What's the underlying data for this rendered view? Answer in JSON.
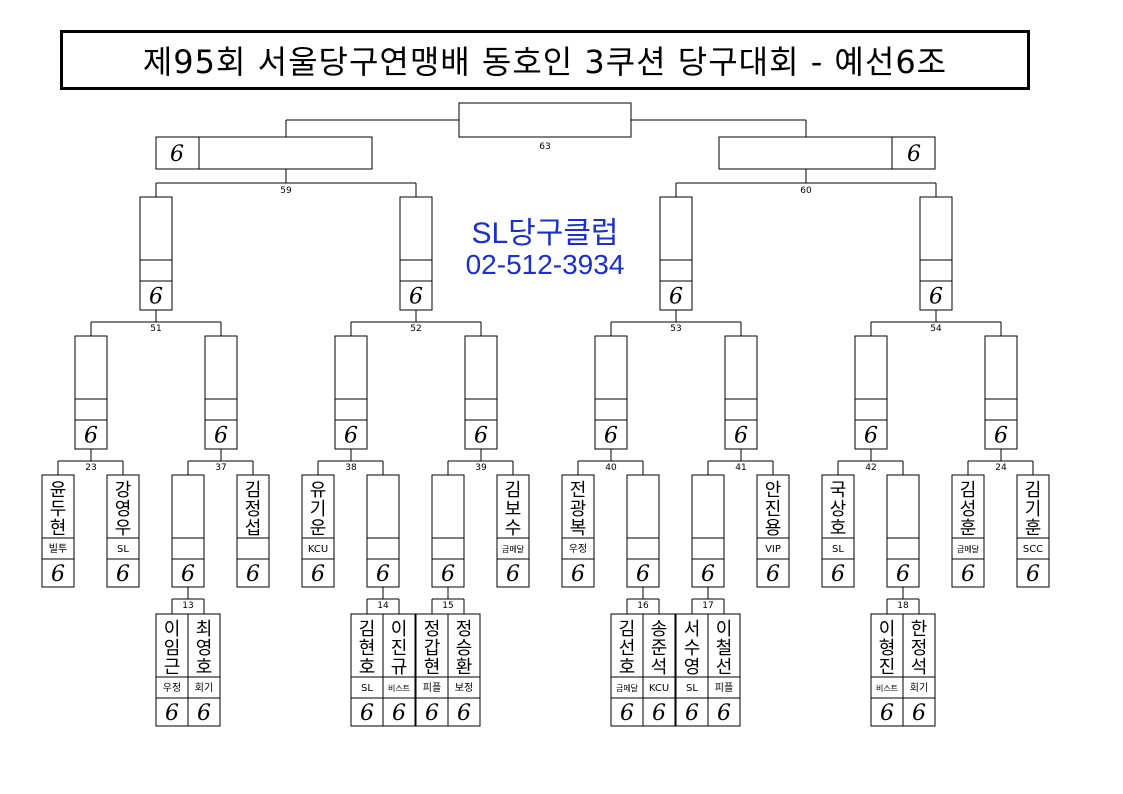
{
  "title": "제95회 서울당구연맹배 동호인 3쿠션 당구대회 - 예선6조",
  "club": {
    "name": "SL당구클럽",
    "phone": "02-512-3934"
  },
  "handicap_mark": "6",
  "matches": {
    "m63": "63",
    "m59": "59",
    "m60": "60",
    "m51": "51",
    "m52": "52",
    "m53": "53",
    "m54": "54",
    "m23": "23",
    "m37": "37",
    "m38": "38",
    "m39": "39",
    "m40": "40",
    "m41": "41",
    "m42": "42",
    "m24": "24",
    "m13": "13",
    "m14": "14",
    "m15": "15",
    "m16": "16",
    "m17": "17",
    "m18": "18"
  },
  "players": [
    {
      "name": "윤두현",
      "club": "빌투"
    },
    {
      "name": "강영우",
      "club": "SL"
    },
    {
      "name": "김정섭",
      "club": ""
    },
    {
      "name": "유기운",
      "club": "KCU"
    },
    {
      "name": "김보수",
      "club": "금메달"
    },
    {
      "name": "전광복",
      "club": "우정"
    },
    {
      "name": "안진용",
      "club": "VIP"
    },
    {
      "name": "국상호",
      "club": "SL"
    },
    {
      "name": "김성훈",
      "club": "금메달"
    },
    {
      "name": "김기훈",
      "club": "SCC"
    },
    {
      "name": "이임근",
      "club": "우정"
    },
    {
      "name": "최영호",
      "club": "회기"
    },
    {
      "name": "김현호",
      "club": "SL"
    },
    {
      "name": "이진규",
      "club": "비스트"
    },
    {
      "name": "정갑현",
      "club": "피플"
    },
    {
      "name": "정승환",
      "club": "보정"
    },
    {
      "name": "김선호",
      "club": "금메달"
    },
    {
      "name": "송준석",
      "club": "KCU"
    },
    {
      "name": "서수영",
      "club": "SL"
    },
    {
      "name": "이철선",
      "club": "피플"
    },
    {
      "name": "이형진",
      "club": "비스트"
    },
    {
      "name": "한정석",
      "club": "회기"
    }
  ]
}
